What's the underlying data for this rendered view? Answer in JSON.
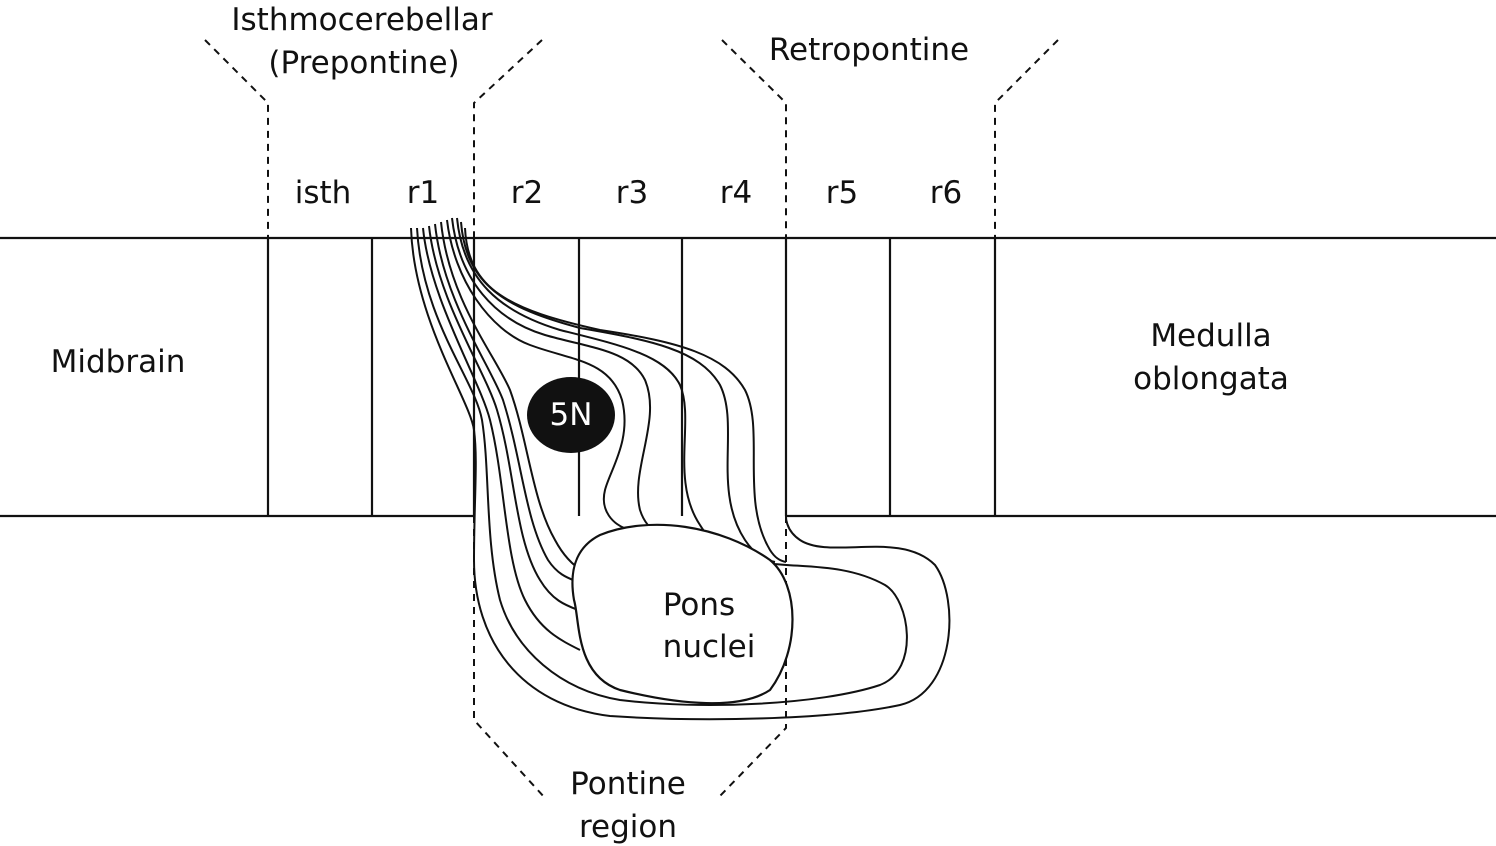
{
  "regions": {
    "isthmocerebellar_line1": "Isthmocerebellar",
    "isthmocerebellar_line2": "(Prepontine)",
    "retropontine": "Retropontine",
    "pontine_line1": "Pontine",
    "pontine_line2": "region"
  },
  "rhombomeres": [
    "isth",
    "r1",
    "r2",
    "r3",
    "r4",
    "r5",
    "r6"
  ],
  "structures": {
    "midbrain": "Midbrain",
    "medulla_line1": "Medulla",
    "medulla_line2": "oblongata",
    "nucleus_5n": "5N",
    "pons_line1": "Pons",
    "pons_line2": "nuclei"
  }
}
